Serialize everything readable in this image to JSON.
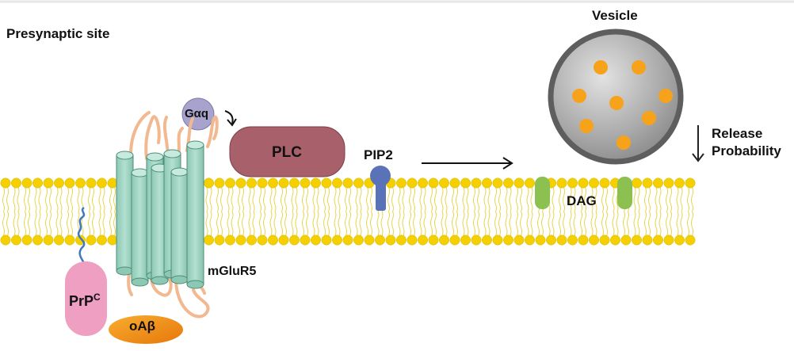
{
  "labels": {
    "site": "Presynaptic site",
    "vesicle": "Vesicle",
    "release_line1": "Release",
    "release_line2": "Probability",
    "plc": "PLC",
    "pip2": "PIP2",
    "gaq": "Gαq",
    "dag": "DAG",
    "mglur5": "mGluR5",
    "prpc_base": "PrP",
    "prpc_sup": "C",
    "oab": "oAβ"
  },
  "colors": {
    "lipid_head": "#f5d000",
    "lipid_tail": "#e8d44a",
    "receptor": "#9fd3c2",
    "receptor_edge": "#4e8e78",
    "loops": "#f2b990",
    "plc": "#a8606a",
    "gaq": "#a7a3cc",
    "pip2": "#5a73b8",
    "dag": "#8cc152",
    "prpc": "#ee9fc2",
    "prpc_coil": "#3f78c2",
    "oab": "#f08c10",
    "vesicle_outer": "#5e5e5e",
    "vesicle_inner": "#bdbdbd",
    "cargo": "#f7a21b"
  }
}
